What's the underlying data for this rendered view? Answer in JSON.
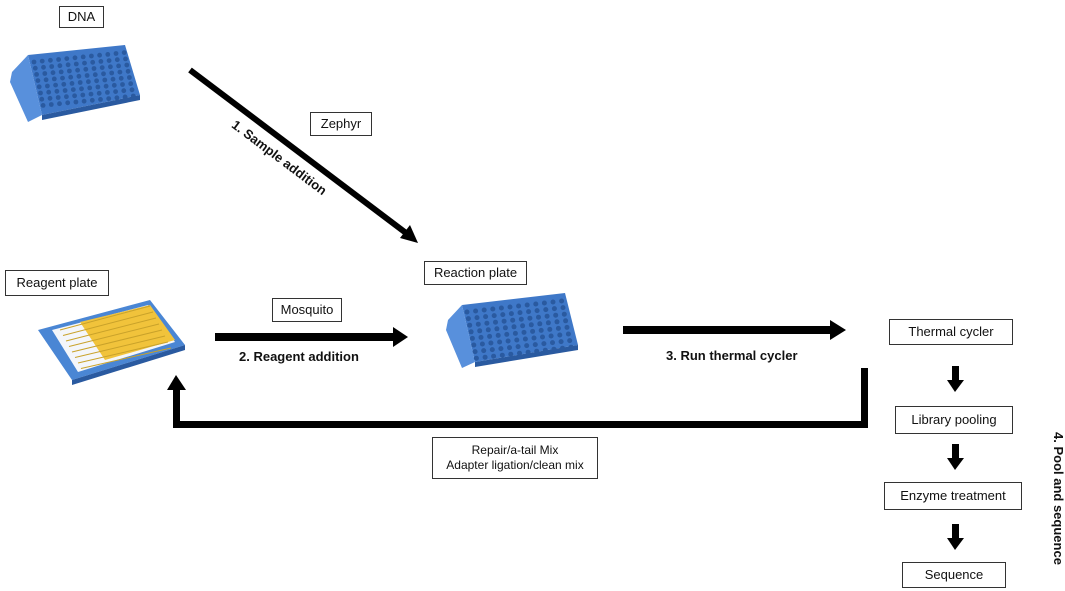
{
  "boxes": {
    "dna": "DNA",
    "zephyr": "Zephyr",
    "reaction_plate": "Reaction plate",
    "reagent_plate": "Reagent plate",
    "mosquito": "Mosquito",
    "thermal_cycler": "Thermal cycler",
    "library_pooling": "Library pooling",
    "enzyme_treatment": "Enzyme treatment",
    "sequence": "Sequence",
    "mix_line1": "Repair/a-tail Mix",
    "mix_line2": "Adapter ligation/clean mix"
  },
  "steps": {
    "step1": "1. Sample addition",
    "step2": "2. Reagent addition",
    "step3": "3. Run thermal cycler",
    "step4": "4. Pool and sequence"
  },
  "colors": {
    "plate_blue": "#4a86d4",
    "plate_dark": "#2f66b3",
    "well_dark": "#2a5aa0",
    "reagent_yellow": "#f1c33b",
    "arrow": "#000000"
  }
}
